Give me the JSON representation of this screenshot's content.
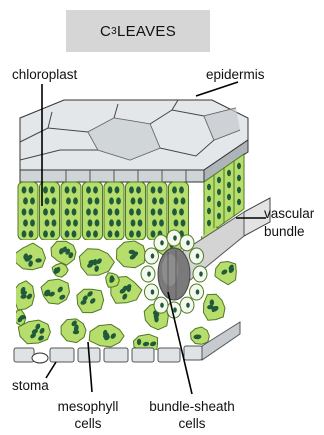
{
  "title": {
    "prefix": "C",
    "subscript": "3",
    "suffix": " LEAVES"
  },
  "labels": {
    "chloroplast": "chloroplast",
    "epidermis": "epidermis",
    "vascular_line1": "vascular",
    "vascular_line2": "bundle",
    "stoma": "stoma",
    "mesophyll_line1": "mesophyll",
    "mesophyll_line2": "cells",
    "bundle_sheath_line1": "bundle-sheath",
    "bundle_sheath_line2": "cells"
  },
  "colors": {
    "cell_green": "#b7dd6d",
    "cell_outline": "#4d7a22",
    "chloroplast": "#1f5a3a",
    "epidermis": "#dfe3e6",
    "epidermis_shade": "#9aa1a6",
    "vascular_dark": "#707070"
  }
}
